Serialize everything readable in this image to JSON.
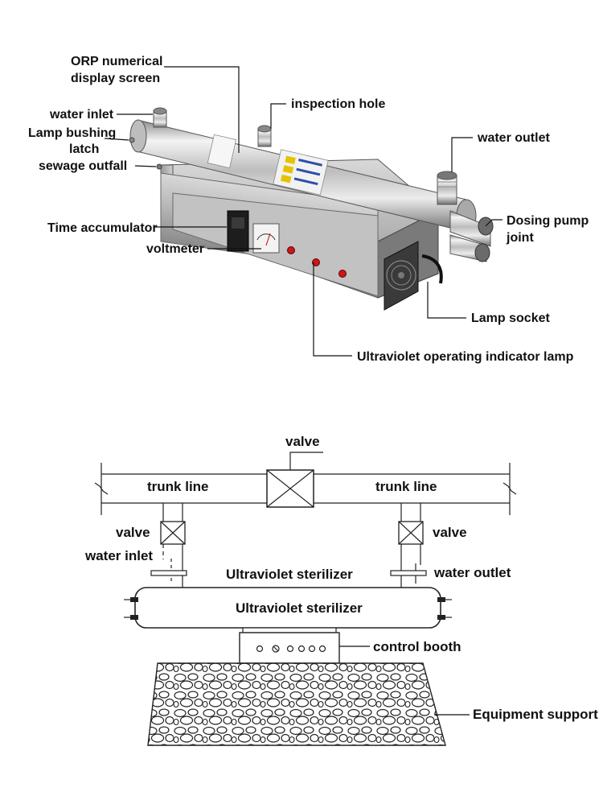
{
  "photo_labels": {
    "orp_display": [
      "ORP numerical",
      "display screen"
    ],
    "water_inlet": "water inlet",
    "lamp_bushing_latch": [
      "Lamp bushing",
      "latch"
    ],
    "sewage_outfall": "sewage outfall",
    "inspection_hole": "inspection hole",
    "water_outlet": "water outlet",
    "dosing_pump_joint": [
      "Dosing pump",
      "joint"
    ],
    "time_accumulator": "Time accumulator",
    "voltmeter": "voltmeter",
    "lamp_socket": "Lamp socket",
    "uv_indicator_lamp": "Ultraviolet operating indicator lamp"
  },
  "diagram_labels": {
    "valve_top": "valve",
    "trunk_line_left": "trunk line",
    "trunk_line_right": "trunk line",
    "valve_left": "valve",
    "valve_right": "valve",
    "water_inlet": "water inlet",
    "water_outlet": "water outlet",
    "uv_sterilizer_upper": "Ultraviolet sterilizer",
    "uv_sterilizer_body": "Ultraviolet sterilizer",
    "control_booth": "control booth",
    "equipment_support": "Equipment support"
  }
}
